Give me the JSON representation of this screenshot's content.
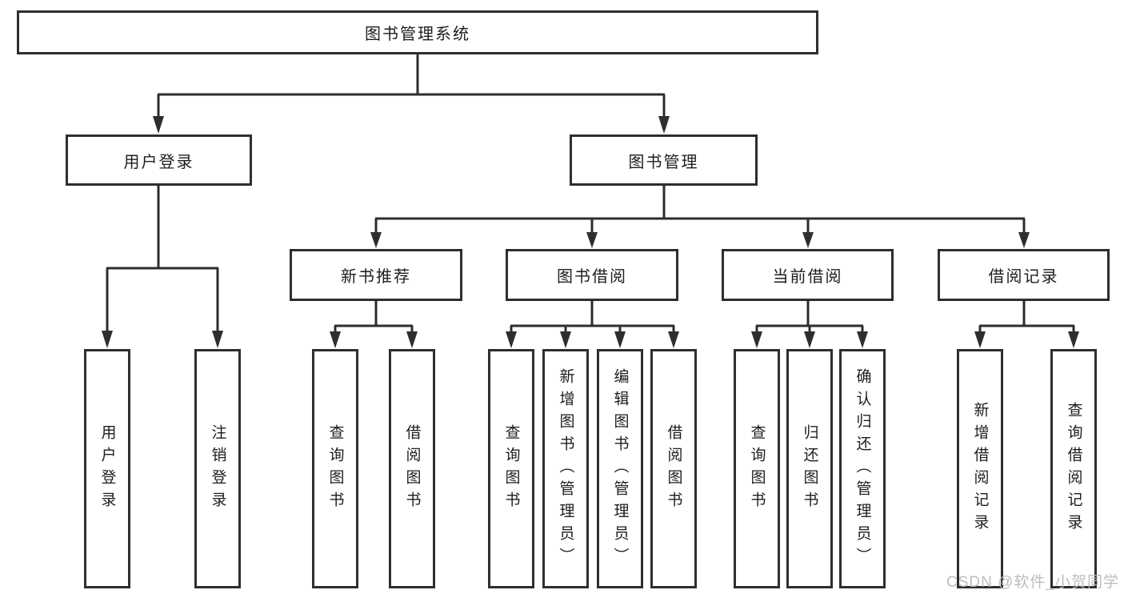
{
  "diagram": {
    "root": {
      "label": "图书管理系统"
    },
    "user_login": {
      "label": "用户登录",
      "children": [
        {
          "label": "用户登录"
        },
        {
          "label": "注销登录"
        }
      ]
    },
    "book_management": {
      "label": "图书管理",
      "sections": [
        {
          "label": "新书推荐",
          "children": [
            {
              "label": "查询图书"
            },
            {
              "label": "借阅图书"
            }
          ]
        },
        {
          "label": "图书借阅",
          "children": [
            {
              "label": "查询图书"
            },
            {
              "label": "新增图书（管理员）"
            },
            {
              "label": "编辑图书（管理员）"
            },
            {
              "label": "借阅图书"
            }
          ]
        },
        {
          "label": "当前借阅",
          "children": [
            {
              "label": "查询图书"
            },
            {
              "label": "归还图书"
            },
            {
              "label": "确认归还（管理员）"
            }
          ]
        },
        {
          "label": "借阅记录",
          "children": [
            {
              "label": "新增借阅记录"
            },
            {
              "label": "查询借阅记录"
            }
          ]
        }
      ]
    }
  },
  "watermark": {
    "text": "CSDN @软件_小贺同学"
  },
  "colors": {
    "line": "#2e2e2e",
    "box_border": "#2e2e2e",
    "text": "#1d1d1d",
    "watermark": "#b9b9b9",
    "background": "#ffffff"
  }
}
